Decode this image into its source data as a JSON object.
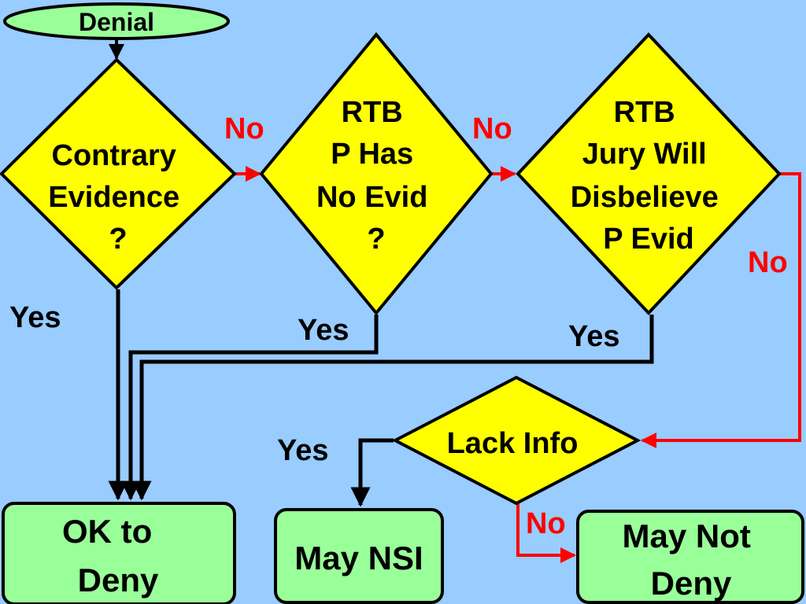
{
  "colors": {
    "background": "#99CCFF",
    "decision_fill": "#FFFF00",
    "terminal_fill": "#99FF99",
    "no_path": "#FF0000",
    "yes_path": "#000000"
  },
  "start": {
    "label": "Denial"
  },
  "decisions": {
    "contrary": {
      "lines": [
        "Contrary",
        "Evidence",
        "?"
      ]
    },
    "no_evid": {
      "lines": [
        "RTB",
        "P Has",
        "No Evid",
        "?"
      ]
    },
    "disbelieve": {
      "lines": [
        "RTB",
        "Jury Will",
        "Disbelieve",
        "P Evid"
      ]
    },
    "lack_info": {
      "lines": [
        "Lack Info"
      ]
    }
  },
  "outcomes": {
    "ok_to_deny": {
      "lines": [
        "OK to",
        "Deny"
      ]
    },
    "may_nsi": {
      "lines": [
        "May NSI"
      ]
    },
    "may_not_deny": {
      "lines": [
        "May Not",
        "Deny"
      ]
    }
  },
  "edge_labels": {
    "contrary_no": "No",
    "no_evid_no": "No",
    "disbelieve_no": "No",
    "lack_info_no": "No",
    "contrary_yes": "Yes",
    "no_evid_yes": "Yes",
    "disbelieve_yes": "Yes",
    "lack_info_yes": "Yes"
  }
}
